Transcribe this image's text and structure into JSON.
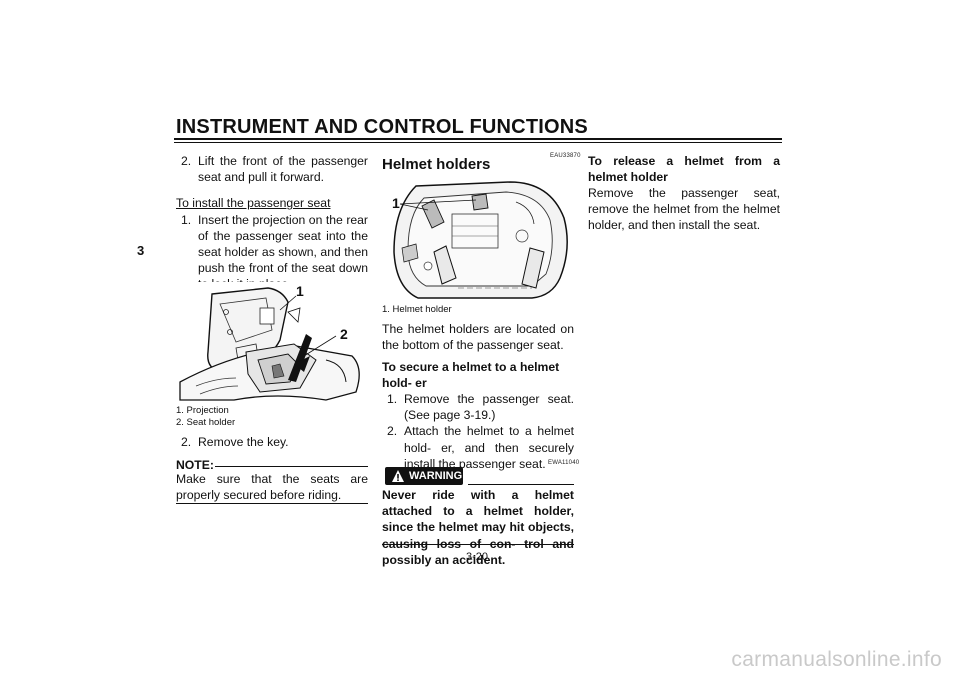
{
  "header": {
    "title": "INSTRUMENT AND CONTROL FUNCTIONS",
    "chapter_tab": "3"
  },
  "col1": {
    "step2_num": "2.",
    "step2_text": "Lift the front of the passenger seat and pull it forward.",
    "install_heading": "To install the passenger seat",
    "install_step1_num": "1.",
    "install_step1_text": "Insert the projection on the rear of the passenger seat into the seat holder as shown, and then push the front of the seat down to lock it in place.",
    "figure_callouts": [
      "1",
      "2"
    ],
    "captions": [
      "1. Projection",
      "2. Seat holder"
    ],
    "install_step2_num": "2.",
    "install_step2_text": "Remove the key.",
    "note_label": "NOTE:",
    "note_text": "Make sure that the seats are properly secured before riding."
  },
  "col2": {
    "code": "EAU33870",
    "heading": "Helmet holders",
    "figure_callout": "1",
    "caption": "1. Helmet holder",
    "intro": "The helmet holders are located on the bottom of the passenger seat.",
    "secure_heading": "To secure a helmet to a helmet hold- er",
    "secure_step1_num": "1.",
    "secure_step1_text": "Remove the passenger seat. (See page 3-19.)",
    "secure_step2_num": "2.",
    "secure_step2_text": "Attach the helmet to a helmet hold- er, and then securely install the passenger seat.",
    "warning_code": "EWA11040",
    "warning_label": "WARNING",
    "warning_text": "Never ride with a helmet attached to a helmet holder, since the helmet may hit objects, causing loss of con- trol and possibly an accident."
  },
  "col3": {
    "release_heading": "To release a helmet from a helmet holder",
    "release_text": "Remove the passenger seat, remove the helmet from the helmet holder, and then install the seat."
  },
  "footer": {
    "page_number": "3-20",
    "watermark": "carmanualsonline.info"
  }
}
